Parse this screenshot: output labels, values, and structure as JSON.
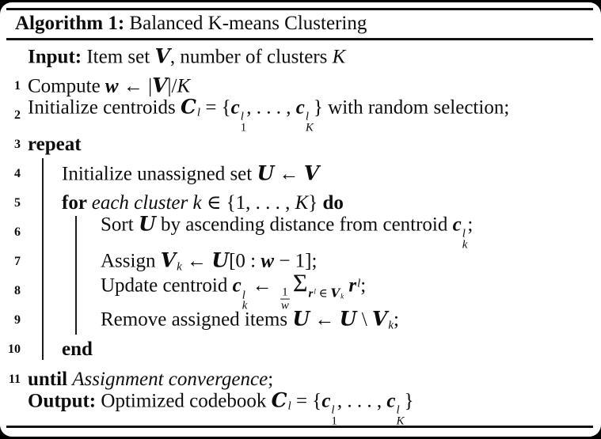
{
  "colors": {
    "frame_background": "#000000",
    "paper": "#ffffff",
    "rule": "#111111",
    "text": "#0d0d0d"
  },
  "caption": {
    "label": "Algorithm 1:",
    "title": "Balanced K-means Clustering"
  },
  "algorithm": {
    "lines": [
      {
        "num": "",
        "indent": 0,
        "segs": [
          {
            "t": "Input:",
            "s": "b"
          },
          {
            "t": " Item set ",
            "s": "p"
          },
          {
            "t": "V",
            "s": "cal"
          },
          {
            "t": ", number of clusters ",
            "s": "p"
          },
          {
            "t": "K",
            "s": "i"
          }
        ]
      },
      {
        "num": "1",
        "indent": 0,
        "segs": [
          {
            "t": "Compute ",
            "s": "p"
          },
          {
            "t": "w",
            "s": "bi"
          },
          {
            "t": " ← |",
            "s": "p"
          },
          {
            "t": "V",
            "s": "cal"
          },
          {
            "t": "|/",
            "s": "p"
          },
          {
            "t": "K",
            "s": "i"
          }
        ]
      },
      {
        "num": "2",
        "indent": 0,
        "segs": [
          {
            "t": "Initialize centroids ",
            "s": "p"
          },
          {
            "t": "C",
            "s": "cal"
          },
          {
            "s": "ss",
            "sub": "l"
          },
          {
            "t": " = {",
            "s": "p"
          },
          {
            "t": "c",
            "s": "bi"
          },
          {
            "s": "ss",
            "sup": "l",
            "sub": "1"
          },
          {
            "t": ", . . . , ",
            "s": "p"
          },
          {
            "t": "c",
            "s": "bi"
          },
          {
            "s": "ss",
            "sup": "l",
            "sub": "K"
          },
          {
            "t": "} with random selection;",
            "s": "p"
          }
        ]
      },
      {
        "num": "3",
        "indent": 0,
        "segs": [
          {
            "t": "repeat",
            "s": "b"
          }
        ]
      },
      {
        "num": "4",
        "indent": 1,
        "segs": [
          {
            "t": "Initialize unassigned set ",
            "s": "p"
          },
          {
            "t": "U",
            "s": "cal"
          },
          {
            "t": " ← ",
            "s": "p"
          },
          {
            "t": "V",
            "s": "cal"
          }
        ]
      },
      {
        "num": "5",
        "indent": 1,
        "segs": [
          {
            "t": "for ",
            "s": "b"
          },
          {
            "t": "each cluster k",
            "s": "i"
          },
          {
            "t": " ∈ {1, . . . , ",
            "s": "p"
          },
          {
            "t": "K",
            "s": "i"
          },
          {
            "t": "} ",
            "s": "p"
          },
          {
            "t": "do",
            "s": "b"
          }
        ]
      },
      {
        "num": "6",
        "indent": 2,
        "segs": [
          {
            "t": "Sort ",
            "s": "p"
          },
          {
            "t": "U",
            "s": "cal"
          },
          {
            "t": " by ascending distance from centroid ",
            "s": "p"
          },
          {
            "t": "c",
            "s": "bi"
          },
          {
            "s": "ss",
            "sup": "l",
            "sub": "k"
          },
          {
            "t": ";",
            "s": "p"
          }
        ]
      },
      {
        "num": "7",
        "indent": 2,
        "segs": [
          {
            "t": "Assign ",
            "s": "p"
          },
          {
            "t": "V",
            "s": "cal"
          },
          {
            "s": "ss",
            "sub": "k"
          },
          {
            "t": " ← ",
            "s": "p"
          },
          {
            "t": "U",
            "s": "cal"
          },
          {
            "t": "[0 : ",
            "s": "p"
          },
          {
            "t": "w",
            "s": "bi"
          },
          {
            "t": " − 1];",
            "s": "p"
          }
        ]
      },
      {
        "num": "8",
        "indent": 2,
        "segs": [
          {
            "t": "Update centroid ",
            "s": "p"
          },
          {
            "t": "c",
            "s": "bi"
          },
          {
            "s": "ss",
            "sup": "l",
            "sub": "k"
          },
          {
            "t": " ← ",
            "s": "p"
          },
          {
            "s": "frac",
            "num": "1",
            "den": "w"
          },
          {
            "s": "sum",
            "sym": "Σ",
            "sub": [
              {
                "t": "r",
                "s": "bi"
              },
              {
                "s": "ss",
                "sup": "l"
              },
              {
                "t": " ∈ ",
                "s": "p"
              },
              {
                "t": "V",
                "s": "cal"
              },
              {
                "s": "ss",
                "sub": "k"
              }
            ]
          },
          {
            "t": " ",
            "s": "p"
          },
          {
            "t": "r",
            "s": "bi"
          },
          {
            "s": "ss",
            "sup": "l"
          },
          {
            "t": ";",
            "s": "p"
          }
        ]
      },
      {
        "num": "9",
        "indent": 2,
        "segs": [
          {
            "t": "Remove assigned items ",
            "s": "p"
          },
          {
            "t": "U",
            "s": "cal"
          },
          {
            "t": " ← ",
            "s": "p"
          },
          {
            "t": "U",
            "s": "cal"
          },
          {
            "t": " \\ ",
            "s": "p"
          },
          {
            "t": "V",
            "s": "cal"
          },
          {
            "s": "ss",
            "sub": "k"
          },
          {
            "t": ";",
            "s": "p"
          }
        ]
      },
      {
        "num": "10",
        "indent": 1,
        "segs": [
          {
            "t": "end",
            "s": "b"
          }
        ]
      },
      {
        "num": "11",
        "indent": 0,
        "segs": [
          {
            "t": "until ",
            "s": "b"
          },
          {
            "t": "Assignment convergence",
            "s": "i"
          },
          {
            "t": ";",
            "s": "p"
          }
        ]
      },
      {
        "num": "",
        "indent": 0,
        "segs": [
          {
            "t": "Output:",
            "s": "b"
          },
          {
            "t": " Optimized codebook ",
            "s": "p"
          },
          {
            "t": "C",
            "s": "cal"
          },
          {
            "s": "ss",
            "sub": "l"
          },
          {
            "t": " = {",
            "s": "p"
          },
          {
            "t": "c",
            "s": "bi"
          },
          {
            "s": "ss",
            "sup": "l",
            "sub": "1"
          },
          {
            "t": ", . . . , ",
            "s": "p"
          },
          {
            "t": "c",
            "s": "bi"
          },
          {
            "s": "ss",
            "sup": "l",
            "sub": "K"
          },
          {
            "t": "}",
            "s": "p"
          }
        ]
      }
    ]
  }
}
